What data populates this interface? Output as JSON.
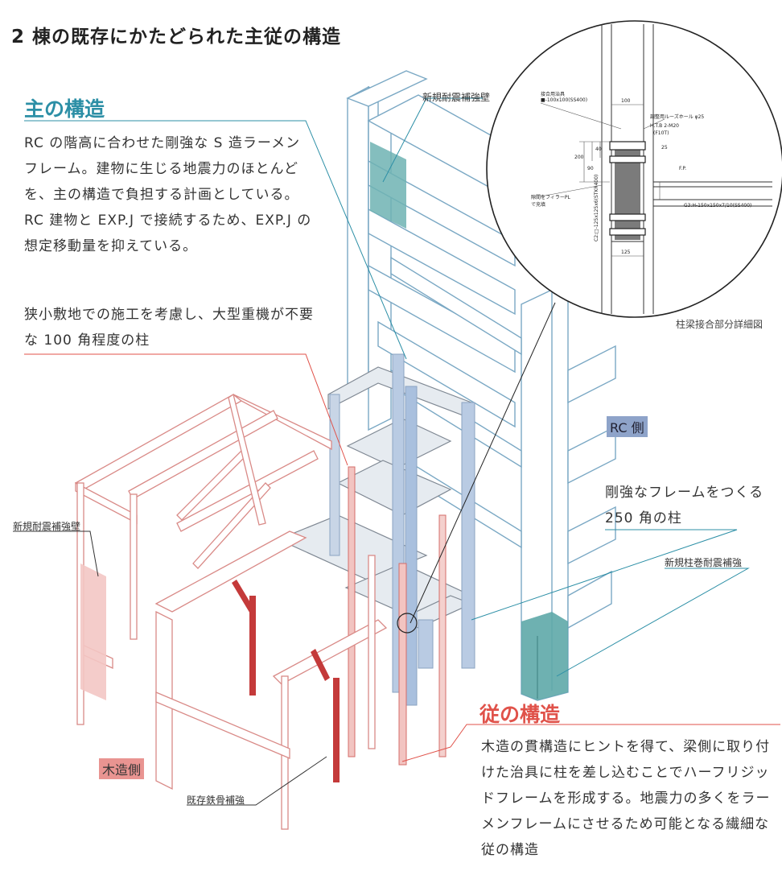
{
  "title": "2 棟の既存にかたどられた主従の構造",
  "main_structure": {
    "heading": "主の構造",
    "description": "RC の階高に合わせた剛強な S 造ラーメンフレーム。建物に生じる地震力のほとんどを、主の構造で負担する計画としている。RC 建物と EXP.J で接続するため、EXP.J の想定移動量を抑えている。"
  },
  "column_100_note": "狭小敷地での施工を考慮し、大型重機が不要な 100 角程度の柱",
  "column_250_note": "剛強なフレームをつくる 250 角の柱",
  "sub_structure": {
    "heading": "従の構造",
    "description": "木造の貫構造にヒントを得て、梁側に取り付けた治具に柱を差し込むことでハーフリジッドフレームを形成する。地震力の多くをラーメンフレームにさせるため可能となる繊細な従の構造"
  },
  "labels": {
    "new_wall_top": "新規耐震補強壁",
    "new_wall_left": "新規耐震補強壁",
    "rc_side": "RC 側",
    "wood_side": "木造側",
    "column_wrap": "新規柱巻耐震補強",
    "steel_reinforce": "既存鉄骨補強",
    "detail_caption": "柱梁接合部分詳細図"
  },
  "detail_notes": {
    "jig": "接合用治具",
    "jig_size": "■-100x100(SS400)",
    "loose_hole": "調整用ルーズホール φ25",
    "htb": "H.T.B 2-M20",
    "htb_grade": "(F10T)",
    "filler": "隙間をフィラーPL",
    "filler2": "で充填",
    "fp": "F.P.",
    "beam": "G3:H-150x150x7/10(SS400)",
    "col": "C2:□-125x125x6(STKR400)",
    "dim_100": "100",
    "dim_125": "125",
    "dim_200": "200",
    "dim_90": "90",
    "dim_40": "40",
    "dim_25": "25"
  }
}
